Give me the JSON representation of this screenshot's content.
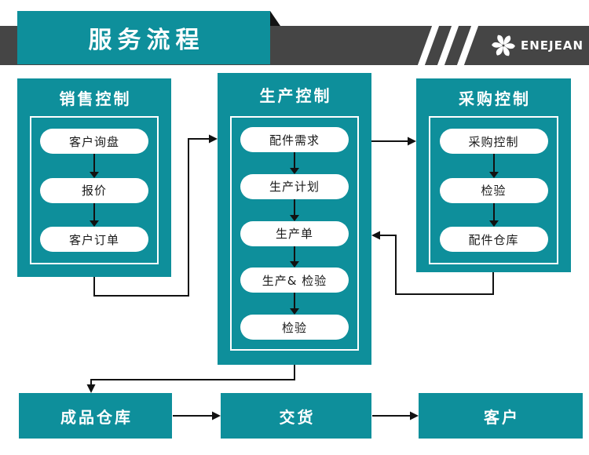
{
  "header": {
    "title": "服务流程",
    "brand_name": "ENEJEAN",
    "brand_icon": "pinwheel-flower-icon"
  },
  "columns": [
    {
      "title": "销售控制",
      "steps": [
        "客户询盘",
        "报价",
        "客户订单"
      ]
    },
    {
      "title": "生产控制",
      "steps": [
        "配件需求",
        "生产计划",
        "生产单",
        "生产& 检验",
        "检验"
      ]
    },
    {
      "title": "采购控制",
      "steps": [
        "采购控制",
        "检验",
        "配件仓库"
      ]
    }
  ],
  "bottom_row": [
    {
      "label": "成品仓库"
    },
    {
      "label": "交货"
    },
    {
      "label": "客户"
    }
  ],
  "colors": {
    "teal": "#0E8F9B",
    "header_band": "#454545",
    "connector": "#121212"
  }
}
